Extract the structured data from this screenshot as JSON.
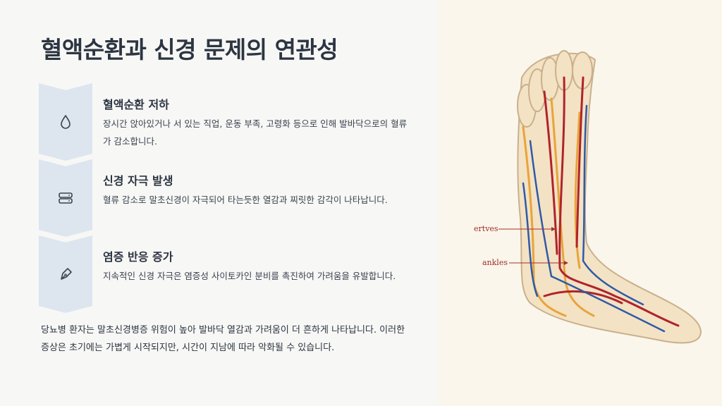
{
  "title": "혈액순환과 신경 문제의 연관성",
  "steps": [
    {
      "icon": "droplet-icon",
      "title": "혈액순환 저하",
      "desc": "장시간 앉아있거나 서 있는 직업, 운동 부족, 고령화 등으로 인해 발바닥으로의 혈류가 감소합니다."
    },
    {
      "icon": "server-icon",
      "title": "신경 자극 발생",
      "desc": "혈류 감소로 말초신경이 자극되어 타는듯한 열감과 찌릿한 감각이 나타납니다."
    },
    {
      "icon": "pen-nib-icon",
      "title": "염증 반응 증가",
      "desc": "지속적인 신경 자극은 염증성 사이토카인 분비를 촉진하여 가려움을 유발합니다."
    }
  ],
  "footer": "당뇨병 환자는 말초신경병증 위험이 높아 발바닥 열감과 가려움이 더 흔하게 나타납니다. 이러한 증상은 초기에는 가볍게 시작되지만, 시간이 지남에 따라 악화될 수 있습니다.",
  "illustration": {
    "label_nerves": "ertves",
    "label_ankles": "ankles",
    "colors": {
      "artery": "#b0232a",
      "vein": "#2f5aa6",
      "nerve": "#e8a43a",
      "skin": "#f3e2c4",
      "outline": "#c9b08c"
    }
  }
}
